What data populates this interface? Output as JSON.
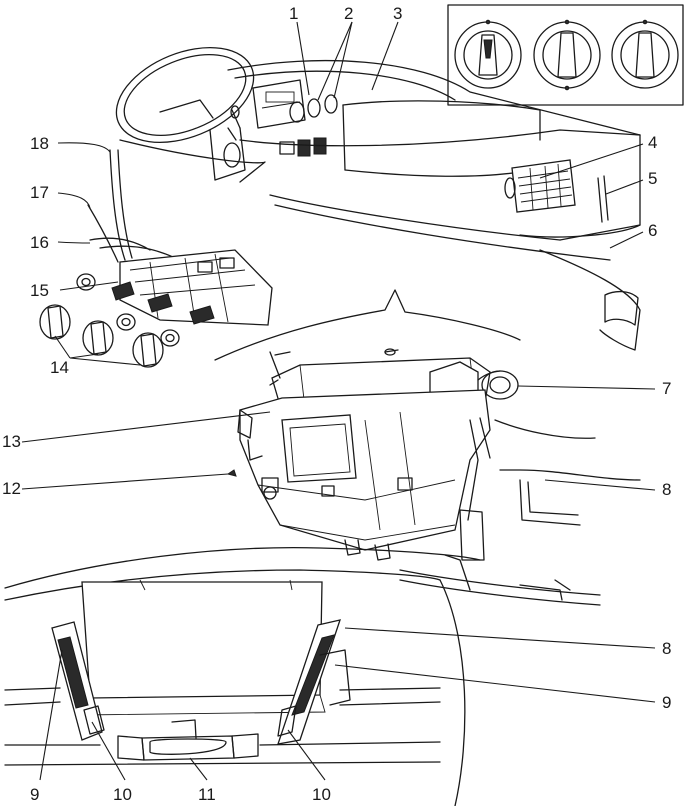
{
  "callouts": [
    {
      "id": "c1",
      "text": "1"
    },
    {
      "id": "c2",
      "text": "2"
    },
    {
      "id": "c3",
      "text": "3"
    },
    {
      "id": "c4",
      "text": "4"
    },
    {
      "id": "c5",
      "text": "5"
    },
    {
      "id": "c6",
      "text": "6"
    },
    {
      "id": "c7",
      "text": "7"
    },
    {
      "id": "c8a",
      "text": "8"
    },
    {
      "id": "c8b",
      "text": "8"
    },
    {
      "id": "c9a",
      "text": "9"
    },
    {
      "id": "c9b",
      "text": "9"
    },
    {
      "id": "c10a",
      "text": "10"
    },
    {
      "id": "c10b",
      "text": "10"
    },
    {
      "id": "c11",
      "text": "11"
    },
    {
      "id": "c12",
      "text": "12"
    },
    {
      "id": "c13",
      "text": "13"
    },
    {
      "id": "c14",
      "text": "14"
    },
    {
      "id": "c15",
      "text": "15"
    },
    {
      "id": "c16",
      "text": "16"
    },
    {
      "id": "c17",
      "text": "17"
    },
    {
      "id": "c18",
      "text": "18"
    }
  ]
}
